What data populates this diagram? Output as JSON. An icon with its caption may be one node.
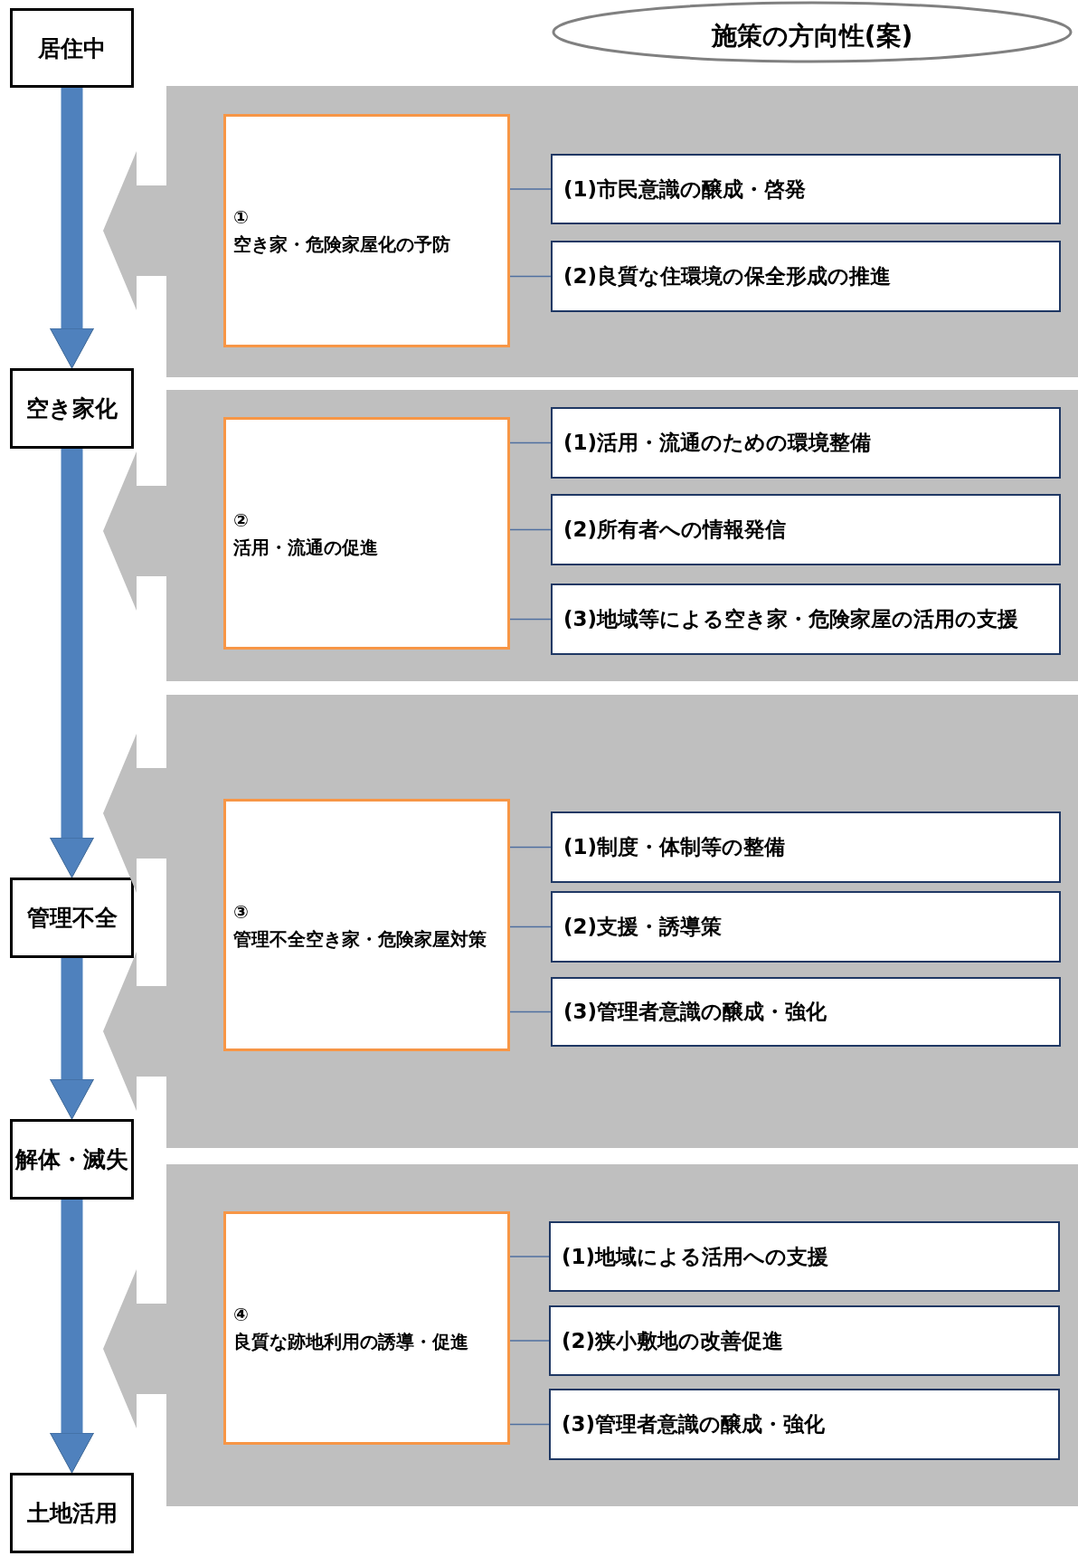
{
  "diagram": {
    "nodes": [
      {
        "text": [
          "居住中"
        ]
      },
      {
        "text": [
          "空き家化"
        ]
      },
      {
        "text": [
          "管理不全"
        ]
      },
      {
        "text": [
          "解体・滅失"
        ]
      },
      {
        "text": [
          "土地活用"
        ]
      },
      {
        "text": [
          "施策の方向性(案)"
        ]
      },
      {
        "text": [],
        "shape": "band"
      },
      {
        "text": [
          "①",
          "空き家・危険家屋化の予防"
        ],
        "in": 6
      },
      {
        "text": [
          "(1)市民意識の醸成・啓発"
        ],
        "in": 6
      },
      {
        "text": [
          "(2)良質な住環境の保全形成の推進"
        ],
        "in": 6
      },
      {
        "text": [],
        "shape": "band"
      },
      {
        "text": [
          "②",
          "活用・流通の促進"
        ],
        "in": 10
      },
      {
        "text": [
          "(1)活用・流通のための環境整備"
        ],
        "in": 10
      },
      {
        "text": [
          "(2)所有者への情報発信"
        ],
        "in": 10
      },
      {
        "text": [
          "(3)地域等による空き家・危険家屋の活用の支援"
        ],
        "in": 10
      },
      {
        "text": [],
        "shape": "band"
      },
      {
        "text": [
          "③",
          "管理不全空き家・危険家屋対策"
        ],
        "in": 15
      },
      {
        "text": [
          "(1)制度・体制等の整備"
        ],
        "in": 15
      },
      {
        "text": [
          "(2)支援・誘導策"
        ],
        "in": 15
      },
      {
        "text": [
          "(3)管理者意識の醸成・強化"
        ],
        "in": 15
      },
      {
        "text": [],
        "shape": "band"
      },
      {
        "text": [
          "④",
          "良質な跡地利用の誘導・促進"
        ],
        "in": 20
      },
      {
        "text": [
          "(1)地域による活用への支援"
        ],
        "in": 20
      },
      {
        "text": [
          "(2)狭小敷地の改善促進"
        ],
        "in": 20
      },
      {
        "text": [
          "(3)管理者意識の醸成・強化"
        ],
        "in": 20
      }
    ],
    "edges": [
      {
        "from": 0,
        "to": 1,
        "arrow": "to",
        "style": "thick"
      },
      {
        "from": 1,
        "to": 2,
        "arrow": "to",
        "style": "thick"
      },
      {
        "from": 2,
        "to": 3,
        "arrow": "to",
        "style": "thick"
      },
      {
        "from": 3,
        "to": 4,
        "arrow": "to",
        "style": "thick"
      },
      {
        "from": 7,
        "to": 8,
        "arrow": "none"
      },
      {
        "from": 7,
        "to": 9,
        "arrow": "none"
      },
      {
        "from": 11,
        "to": 12,
        "arrow": "none"
      },
      {
        "from": 11,
        "to": 13,
        "arrow": "none"
      },
      {
        "from": 11,
        "to": 14,
        "arrow": "none"
      },
      {
        "from": 16,
        "to": 17,
        "arrow": "none"
      },
      {
        "from": 16,
        "to": 18,
        "arrow": "none"
      },
      {
        "from": 16,
        "to": 19,
        "arrow": "none"
      },
      {
        "from": 21,
        "to": 22,
        "arrow": "none"
      },
      {
        "from": 21,
        "to": 23,
        "arrow": "none"
      },
      {
        "from": 21,
        "to": 24,
        "arrow": "none"
      }
    ]
  }
}
